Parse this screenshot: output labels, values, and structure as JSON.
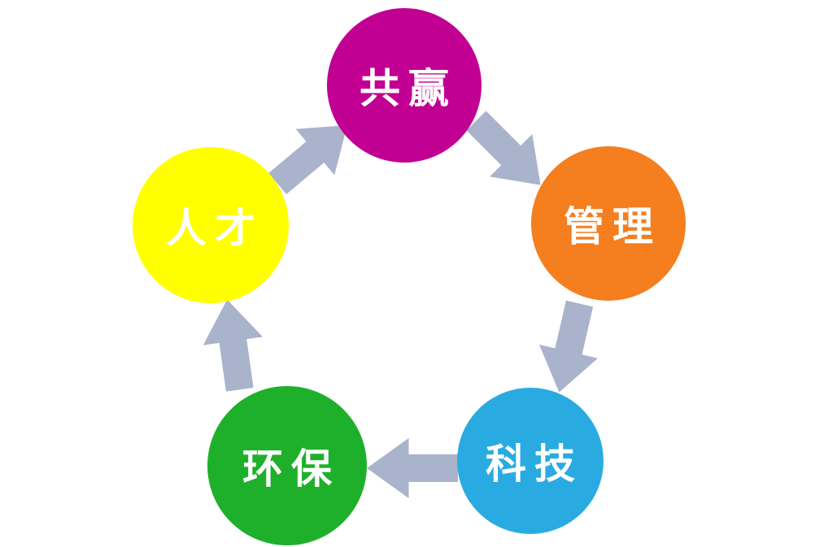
{
  "diagram": {
    "type": "cycle",
    "background_color": "#ffffff",
    "arrow_color": "#a9b3cb",
    "label_text_color": "#ffffff",
    "nodes": [
      {
        "id": "winwin",
        "label": "共赢",
        "color": "#c10093",
        "position": "top"
      },
      {
        "id": "management",
        "label": "管理",
        "color": "#f57e1f",
        "position": "right"
      },
      {
        "id": "technology",
        "label": "科技",
        "color": "#29abe2",
        "position": "bottom-right"
      },
      {
        "id": "environment",
        "label": "环保",
        "color": "#1fb02b",
        "position": "bottom-left"
      },
      {
        "id": "talent",
        "label": "人才",
        "color": "#ffff00",
        "position": "left"
      }
    ],
    "arrows": [
      {
        "from": "talent",
        "to": "winwin"
      },
      {
        "from": "winwin",
        "to": "management"
      },
      {
        "from": "management",
        "to": "technology"
      },
      {
        "from": "technology",
        "to": "environment"
      },
      {
        "from": "environment",
        "to": "talent"
      }
    ]
  }
}
